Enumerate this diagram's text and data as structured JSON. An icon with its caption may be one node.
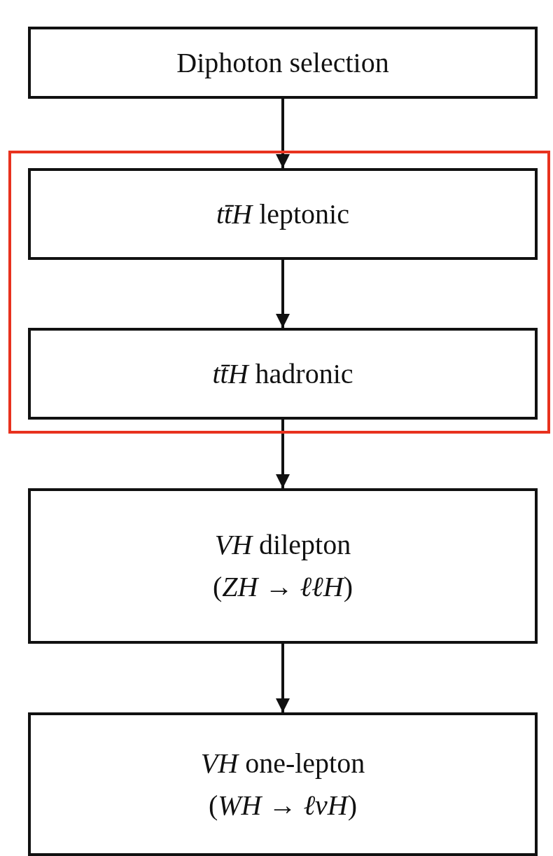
{
  "diagram": {
    "nodes": [
      {
        "text": [
          "Diphoton selection"
        ]
      },
      {
        "text": [],
        "shape": "box"
      },
      {
        "text": [
          "*tt̄H* leptonic"
        ],
        "in": 1
      },
      {
        "text": [
          "*tt̄H* hadronic"
        ],
        "in": 1
      },
      {
        "text": [
          "*VH* dilepton",
          "(*ZH* → *ℓℓH*)"
        ]
      },
      {
        "text": [
          "*VH* one-lepton",
          "(*WH* → *ℓνH*)"
        ]
      }
    ],
    "edges": [
      {
        "from": 0,
        "to": 2,
        "arrow": "to"
      },
      {
        "from": 2,
        "to": 3,
        "arrow": "to"
      },
      {
        "from": 3,
        "to": 4,
        "arrow": "to"
      },
      {
        "from": 4,
        "to": 5,
        "arrow": "to"
      }
    ]
  }
}
